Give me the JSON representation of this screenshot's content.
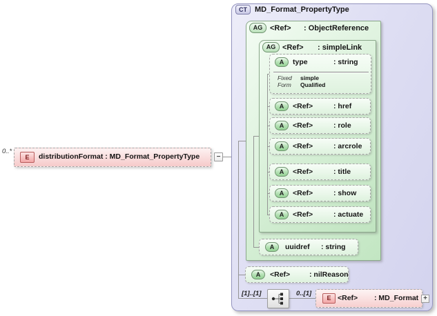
{
  "colors": {
    "element_pink": "#f6caca",
    "group_green": "#d7efd7",
    "complex_type_lavender": "#dcdcf2",
    "connector_gray": "#949494"
  },
  "source_element": {
    "cardinality": "0..*",
    "badge": "E",
    "label": "distributionFormat : MD_Format_PropertyType",
    "collapse_glyph": "−"
  },
  "complex_type": {
    "badge": "CT",
    "title": "MD_Format_PropertyType",
    "object_reference": {
      "badge": "AG",
      "ref": "<Ref>",
      "type": ": ObjectReference"
    },
    "simple_link": {
      "badge": "AG",
      "ref": "<Ref>",
      "type": ": simpleLink"
    },
    "type_attribute": {
      "badge": "A",
      "name": "type",
      "type": ": string",
      "facets": [
        {
          "label": "Fixed",
          "value": "simple"
        },
        {
          "label": "Form",
          "value": "Qualified"
        }
      ]
    },
    "link_attributes": [
      {
        "badge": "A",
        "ref": "<Ref>",
        "type": ": href"
      },
      {
        "badge": "A",
        "ref": "<Ref>",
        "type": ": role"
      },
      {
        "badge": "A",
        "ref": "<Ref>",
        "type": ": arcrole"
      },
      {
        "badge": "A",
        "ref": "<Ref>",
        "type": ": title"
      },
      {
        "badge": "A",
        "ref": "<Ref>",
        "type": ": show"
      },
      {
        "badge": "A",
        "ref": "<Ref>",
        "type": ": actuate"
      }
    ],
    "uuidref_attribute": {
      "badge": "A",
      "name": "uuidref",
      "type": ": string"
    },
    "nil_reason_attribute": {
      "badge": "A",
      "ref": "<Ref>",
      "type": ": nilReason"
    },
    "sequence": {
      "cardinality": "[1]..[1]"
    },
    "md_format_element": {
      "cardinality": "0..[1]",
      "badge": "E",
      "ref": "<Ref>",
      "type": ": MD_Format",
      "expand_glyph": "+"
    }
  }
}
